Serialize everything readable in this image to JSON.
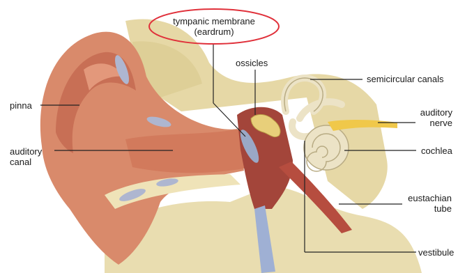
{
  "diagram": {
    "highlight_color": "#e0303a",
    "labels": {
      "tympanic_membrane": [
        "tympanic membrane",
        "(eardrum)"
      ],
      "ossicles": [
        "ossicles"
      ],
      "semicircular_canals": [
        "semicircular canals"
      ],
      "pinna": [
        "pinna"
      ],
      "auditory_nerve": [
        "auditory",
        "nerve"
      ],
      "auditory_canal": [
        "auditory",
        "canal"
      ],
      "cochlea": [
        "cochlea"
      ],
      "eustachian_tube": [
        "eustachian",
        "tube"
      ],
      "vestibule": [
        "vestibule"
      ]
    }
  }
}
